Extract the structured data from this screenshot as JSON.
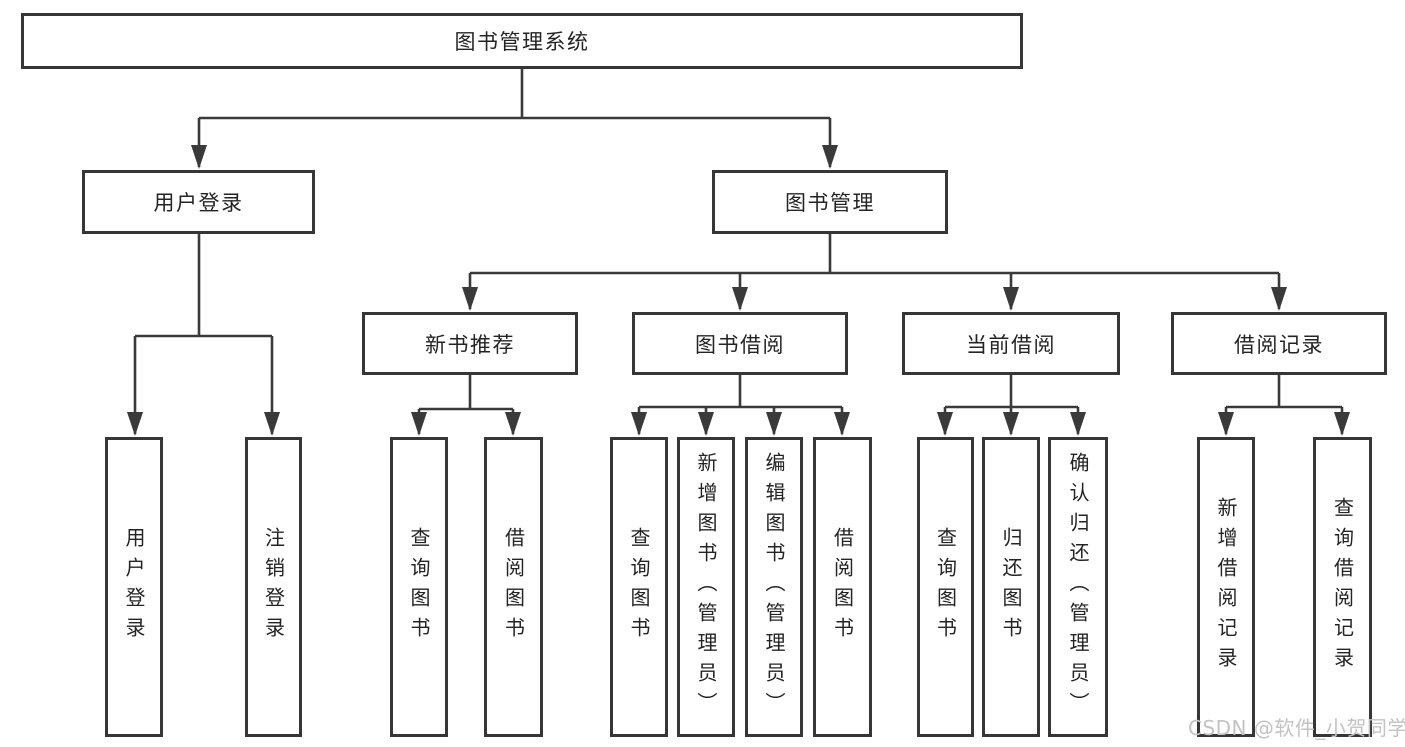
{
  "diagram": {
    "title": "图书管理系统",
    "tree": {
      "root": {
        "label": "图书管理系统",
        "children": [
          {
            "label": "用户登录",
            "children": [
              {
                "label": "用户登录"
              },
              {
                "label": "注销登录"
              }
            ]
          },
          {
            "label": "图书管理",
            "children": [
              {
                "label": "新书推荐",
                "children": [
                  {
                    "label": "查询图书"
                  },
                  {
                    "label": "借阅图书"
                  }
                ]
              },
              {
                "label": "图书借阅",
                "children": [
                  {
                    "label": "查询图书"
                  },
                  {
                    "label": "新增图书（管理员）"
                  },
                  {
                    "label": "编辑图书（管理员）"
                  },
                  {
                    "label": "借阅图书"
                  }
                ]
              },
              {
                "label": "当前借阅",
                "children": [
                  {
                    "label": "查询图书"
                  },
                  {
                    "label": "归还图书"
                  },
                  {
                    "label": "确认归还（管理员）"
                  }
                ]
              },
              {
                "label": "借阅记录",
                "children": [
                  {
                    "label": "新增借阅记录"
                  },
                  {
                    "label": "查询借阅记录"
                  }
                ]
              }
            ]
          }
        ]
      }
    }
  },
  "watermark": {
    "text": "CSDN @软件_小贺同学"
  },
  "colors": {
    "line": "#3a3a3a",
    "node_border": "#363636",
    "node_background": "#ffffff",
    "text": "#242424",
    "canvas_background": "#ffffff",
    "watermark_text": "#c3c3c3"
  }
}
